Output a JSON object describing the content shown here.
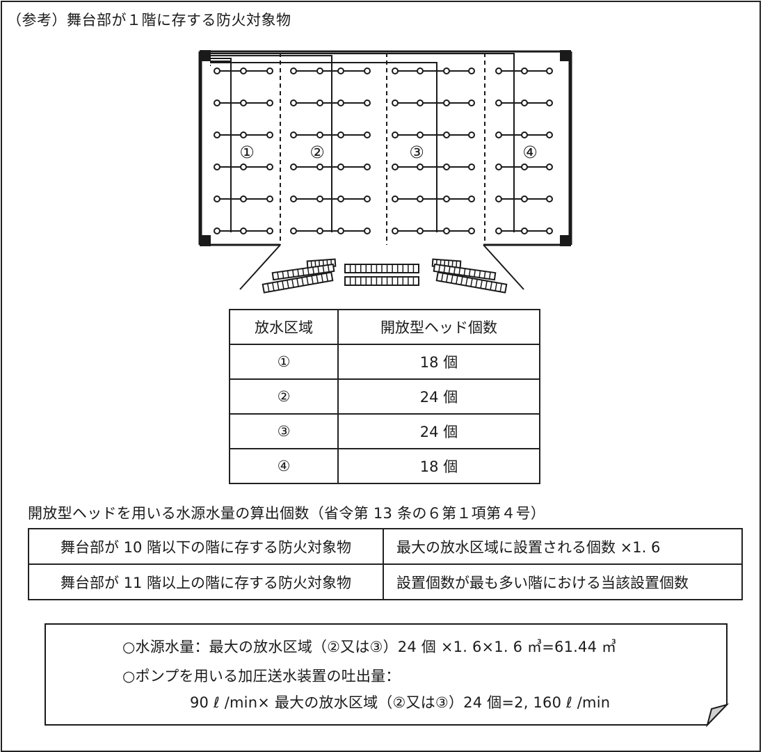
{
  "heading": "（参考）舞台部が１階に存する防火対象物",
  "diagram": {
    "zone_labels": [
      "①",
      "②",
      "③",
      "④"
    ]
  },
  "zone_table": {
    "headers": [
      "放水区域",
      "開放型ヘッド個数"
    ],
    "rows": [
      [
        "①",
        "18 個"
      ],
      [
        "②",
        "24 個"
      ],
      [
        "③",
        "24 個"
      ],
      [
        "④",
        "18 個"
      ]
    ]
  },
  "rule_caption": "開放型ヘッドを用いる水源水量の算出個数（省令第 13 条の６第１項第４号）",
  "rule_table": {
    "rows": [
      [
        "舞台部が 10 階以下の階に存する防火対象物",
        "最大の放水区域に設置される個数 ×1. 6"
      ],
      [
        "舞台部が 11 階以上の階に存する防火対象物",
        "設置個数が最も多い階における当該設置個数"
      ]
    ]
  },
  "note": {
    "line1": "○水源水量：最大の放水区域（②又は③）24 個 ×1. 6×1. 6 ㎥=61.44 ㎥",
    "line2": "○ポンプを用いる加圧送水装置の吐出量：",
    "line3": "90 ℓ /min× 最大の放水区域（②又は③）24 個=2, 160 ℓ /min"
  }
}
